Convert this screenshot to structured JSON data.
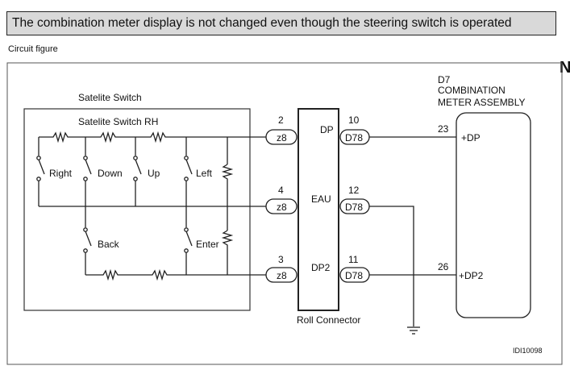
{
  "header": {
    "title": "The combination meter display is not changed even though the steering switch is operated"
  },
  "subtitle": "Circuit figure",
  "side_letter": "N",
  "satellite": {
    "title": "Satelite Switch",
    "subtitle": "Satelite Switch RH",
    "switches": [
      "Right",
      "Down",
      "Up",
      "Left",
      "Back",
      "Enter"
    ]
  },
  "connectors": [
    {
      "pin": "2",
      "plug": "z8",
      "signal": "DP",
      "meter_pin": "10",
      "meter_plug": "D78",
      "end_pin": "23",
      "end_label": "+DP"
    },
    {
      "pin": "4",
      "plug": "z8",
      "signal": "EAU",
      "meter_pin": "12",
      "meter_plug": "D78"
    },
    {
      "pin": "3",
      "plug": "z8",
      "signal": "DP2",
      "meter_pin": "11",
      "meter_plug": "D78",
      "end_pin": "26",
      "end_label": "+DP2"
    }
  ],
  "roll_connector": {
    "label": "Roll Connector"
  },
  "meter": {
    "code": "D7",
    "line1": "COMBINATION",
    "line2": "METER ASSEMBLY"
  },
  "figure_id": "IDI10098"
}
